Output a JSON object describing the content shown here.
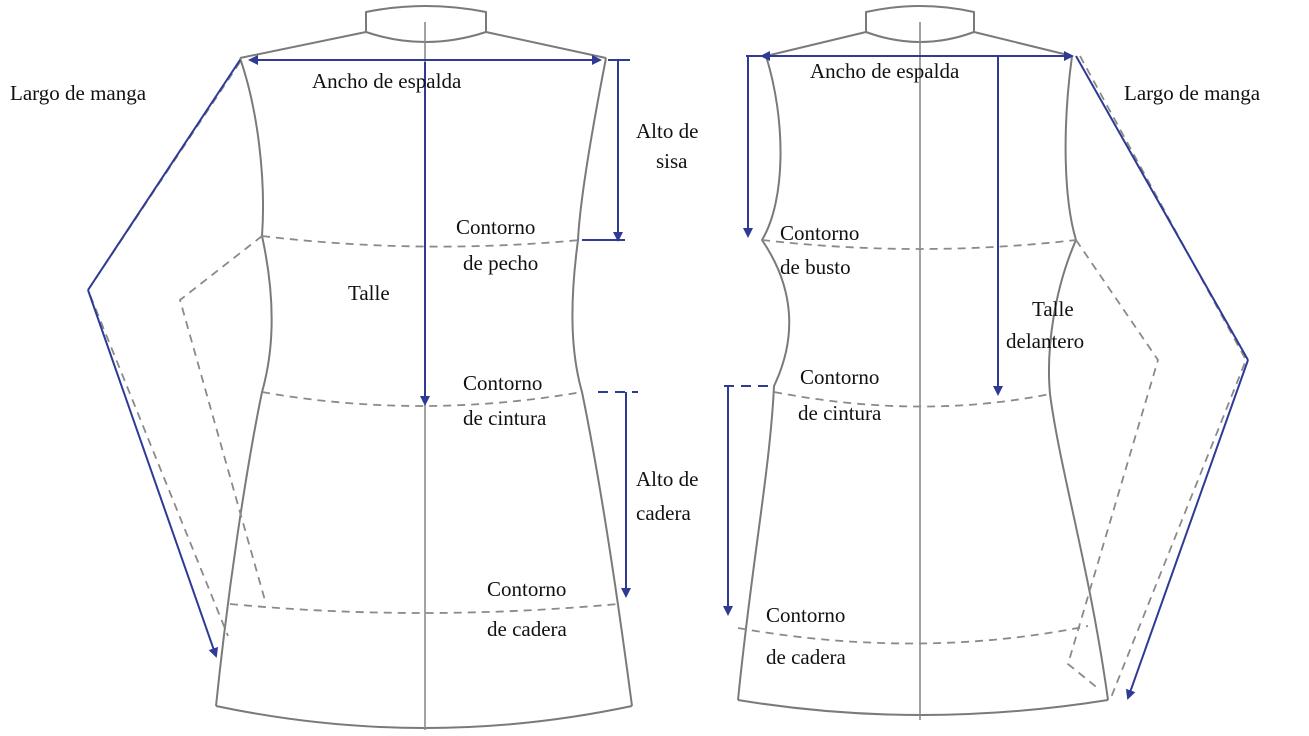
{
  "colors": {
    "measure_line": "#2e3a94",
    "garment_outline": "#7a7a7a",
    "label_text": "#111111"
  },
  "back_view": {
    "ancho_espalda": "Ancho de espalda",
    "largo_manga": "Largo de manga",
    "alto_sisa_1": "Alto de",
    "alto_sisa_2": "sisa",
    "contorno_pecho_1": "Contorno",
    "contorno_pecho_2": "de pecho",
    "talle": "Talle",
    "contorno_cintura_1": "Contorno",
    "contorno_cintura_2": "de cintura",
    "alto_cadera_1": "Alto de",
    "alto_cadera_2": "cadera",
    "contorno_cadera_1": "Contorno",
    "contorno_cadera_2": "de cadera"
  },
  "front_view": {
    "ancho_espalda": "Ancho de espalda",
    "largo_manga": "Largo de manga",
    "contorno_busto_1": "Contorno",
    "contorno_busto_2": "de busto",
    "talle_delantero_1": "Talle",
    "talle_delantero_2": "delantero",
    "contorno_cintura_1": "Contorno",
    "contorno_cintura_2": "de cintura",
    "contorno_cadera_1": "Contorno",
    "contorno_cadera_2": "de cadera"
  }
}
